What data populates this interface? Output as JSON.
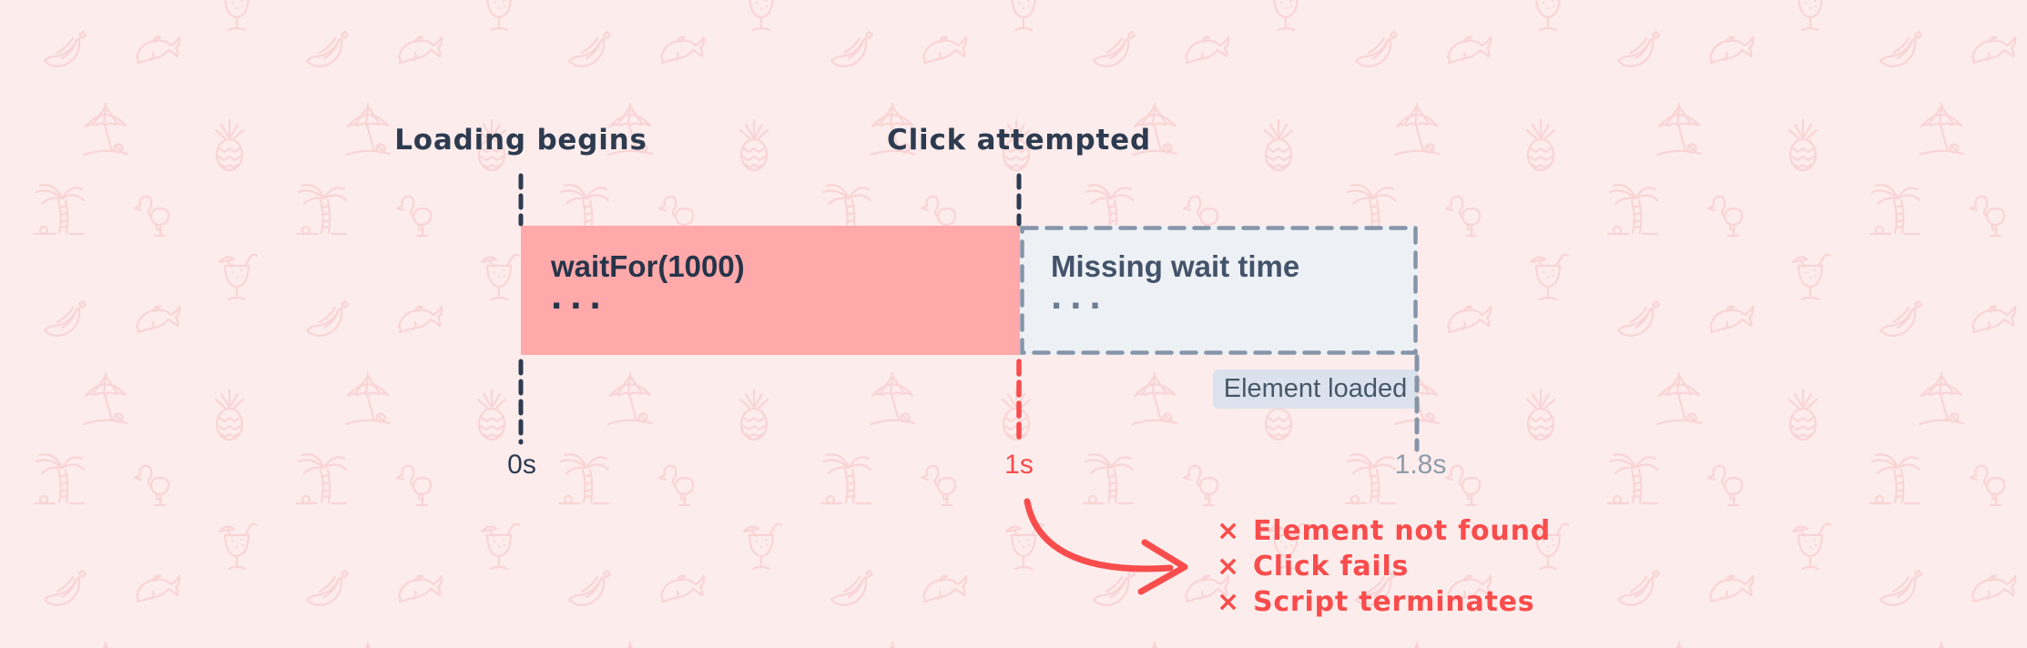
{
  "diagram": {
    "annotations": {
      "loading_begins": "Loading begins",
      "click_attempted": "Click attempted"
    },
    "wait_bar": {
      "label": "waitFor(1000)",
      "ellipsis": "..."
    },
    "missing_wait_box": {
      "label": "Missing wait time",
      "ellipsis": "..."
    },
    "chip_label": "Element loaded",
    "ticks": [
      {
        "label": "0s",
        "seconds": 0
      },
      {
        "label": "1s",
        "seconds": 1
      },
      {
        "label": "1.8s",
        "seconds": 1.8
      }
    ],
    "failures": {
      "items": [
        {
          "glyph": "×",
          "label": "Element not found"
        },
        {
          "glyph": "×",
          "label": "Click fails"
        },
        {
          "glyph": "×",
          "label": "Script terminates"
        }
      ]
    }
  },
  "colors": {
    "background": "#fdecec",
    "pattern_icon": "#f8cfd0",
    "wait_bar_fill": "#ffa9aa",
    "navy_text": "#2d3b50",
    "box_fill": "#edf1f6",
    "box_border": "#8695a8",
    "box_title": "#44536a",
    "box_dots": "#6e7d92",
    "chip_bg": "#dbe2ee",
    "chip_text": "#475769",
    "red": "#f94c4c",
    "gray_tick": "#8e9cac"
  },
  "background_pattern": {
    "icons": [
      "cocktail-icon",
      "banana-icon",
      "dolphin-icon",
      "beach-umbrella-icon",
      "pineapple-icon",
      "palm-tree-icon",
      "flamingo-icon"
    ]
  }
}
